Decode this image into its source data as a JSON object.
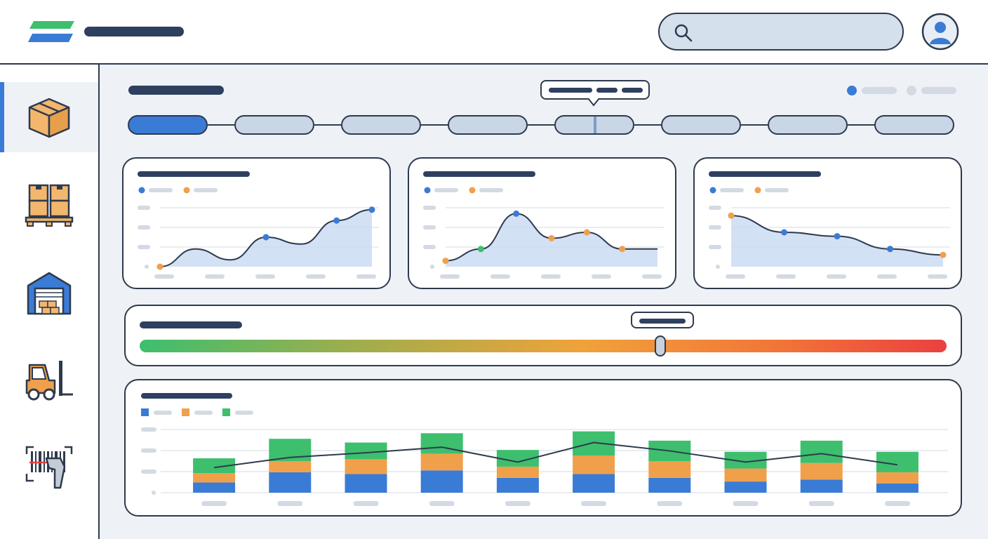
{
  "colors": {
    "accent": "#3a7bd5",
    "series_orange": "#f0a04b",
    "series_green": "#3dbf6e",
    "outline": "#2e3a4d",
    "area_fill": "#c8daf2"
  },
  "header": {
    "logo_icon": "brand-logo-icon",
    "search_icon": "search-icon",
    "avatar_icon": "user-avatar-icon"
  },
  "sidebar": {
    "items": [
      {
        "icon": "package-box-icon",
        "active": true
      },
      {
        "icon": "pallet-boxes-icon",
        "active": false
      },
      {
        "icon": "warehouse-icon",
        "active": false
      },
      {
        "icon": "forklift-icon",
        "active": false
      },
      {
        "icon": "barcode-scanner-icon",
        "active": false
      }
    ]
  },
  "stepper": {
    "step_count": 8,
    "active_index": 0
  },
  "slider": {
    "position_fraction": 0.645
  },
  "chart_data": [
    {
      "type": "area",
      "x": [
        0,
        1,
        2,
        3,
        4,
        5,
        6
      ],
      "series": [
        {
          "values": [
            0,
            0.9,
            0.35,
            1.5,
            1.15,
            2.35,
            2.9
          ]
        }
      ],
      "ylim": [
        0,
        3
      ],
      "grid": true,
      "legend": "top-left"
    },
    {
      "type": "area",
      "x": [
        0,
        1,
        2,
        3,
        4,
        5,
        6
      ],
      "series": [
        {
          "values": [
            0.3,
            0.9,
            2.7,
            1.45,
            1.75,
            0.9,
            0.9
          ]
        }
      ],
      "ylim": [
        0,
        3
      ],
      "grid": true,
      "legend": "top-left"
    },
    {
      "type": "area",
      "x": [
        0,
        1,
        2,
        3,
        4
      ],
      "series": [
        {
          "values": [
            2.6,
            1.75,
            1.55,
            0.9,
            0.6
          ]
        }
      ],
      "ylim": [
        0,
        3
      ],
      "grid": true,
      "legend": "top-left"
    },
    {
      "type": "bar",
      "stacked": true,
      "categories": [
        "",
        "",
        "",
        "",
        "",
        "",
        "",
        "",
        "",
        ""
      ],
      "series": [
        {
          "color": "#3a7bd5",
          "values": [
            0.55,
            1.1,
            1.0,
            1.2,
            0.8,
            1.0,
            0.8,
            0.6,
            0.7,
            0.5
          ]
        },
        {
          "color": "#f0a04b",
          "values": [
            0.5,
            0.6,
            0.8,
            0.9,
            0.6,
            1.0,
            0.9,
            0.7,
            0.9,
            0.6
          ]
        },
        {
          "color": "#3dbf6e",
          "values": [
            0.8,
            1.2,
            0.9,
            1.1,
            0.9,
            1.3,
            1.1,
            0.9,
            1.2,
            1.1
          ]
        }
      ],
      "line": [
        1.35,
        1.9,
        2.15,
        2.45,
        1.65,
        2.7,
        2.25,
        1.65,
        2.1,
        1.5
      ],
      "ylim": [
        0,
        3.4
      ],
      "grid": true,
      "legend": "top-left"
    }
  ]
}
